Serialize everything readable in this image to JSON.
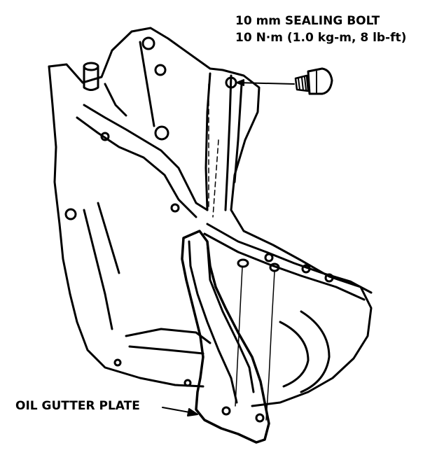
{
  "labels": {
    "sealing_bolt_title": "10 mm SEALING BOLT",
    "sealing_bolt_torque": "10 N·m (1.0 kg-m, 8 lb-ft)",
    "oil_gutter_plate": "OIL GUTTER PLATE"
  },
  "colors": {
    "ink": "#000000",
    "paper": "#ffffff"
  },
  "icons": {
    "bolt": "sealing-bolt-icon"
  }
}
